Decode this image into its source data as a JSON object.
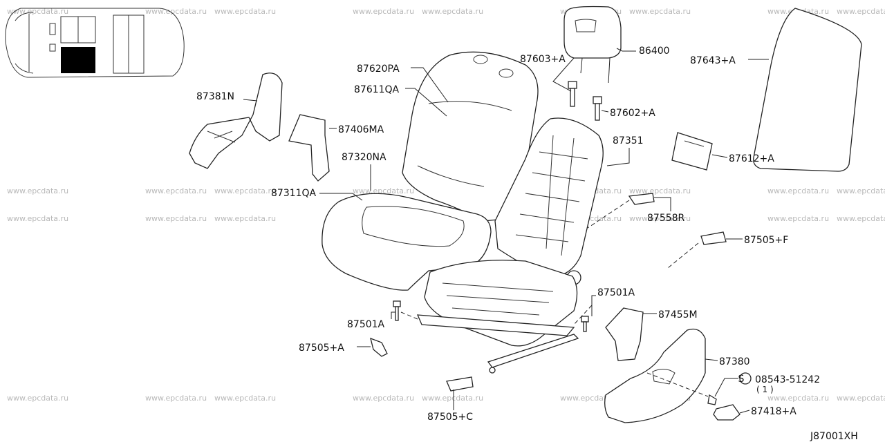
{
  "diagram_code": "J87001XH",
  "watermark_text": "www.epcdata.ru",
  "part_labels": {
    "p87381N": "87381N",
    "p87406MA": "87406MA",
    "p87620PA": "87620PA",
    "p87611QA": "87611QA",
    "p87320NA": "87320NA",
    "p87311QA": "87311QA",
    "p87603A": "87603+A",
    "p86400": "86400",
    "p87602A": "87602+A",
    "p87643A": "87643+A",
    "p87351": "87351",
    "p87612A": "87612+A",
    "p87558R": "87558R",
    "p87505F": "87505+F",
    "p87501A_right": "87501A",
    "p87455M": "87455M",
    "p87501A_left": "87501A",
    "p87505A": "87505+A",
    "p87380": "87380",
    "p08543": "08543-51242",
    "p08543_qty": "( 1 )",
    "p87418A": "87418+A",
    "p87505C": "87505+C"
  },
  "screw_symbol": "S"
}
